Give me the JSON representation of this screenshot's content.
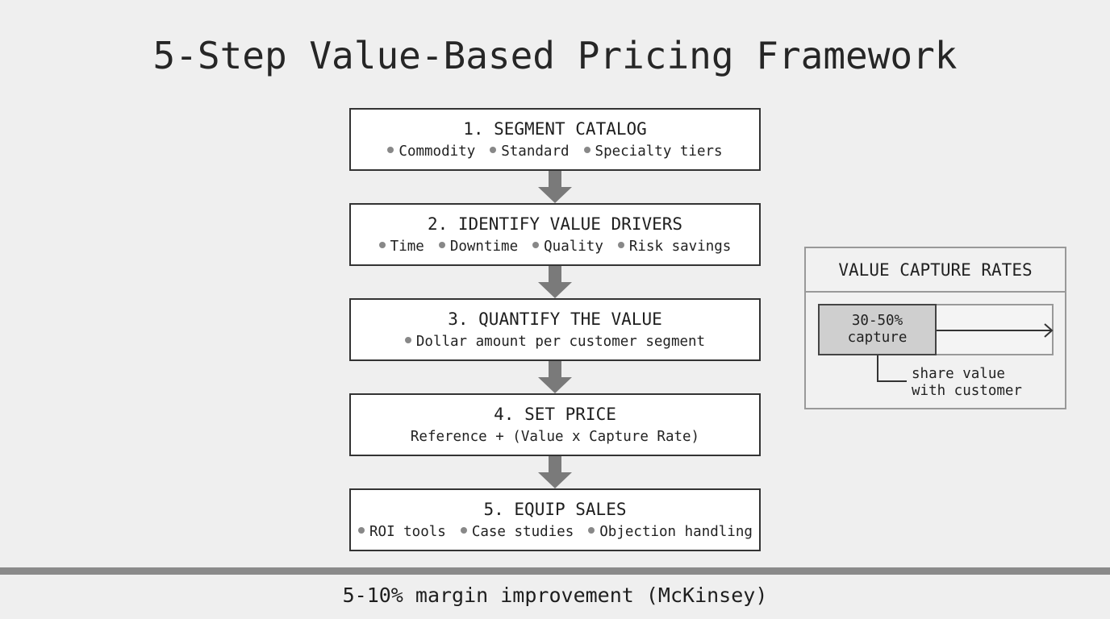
{
  "title": "5-Step Value-Based Pricing Framework",
  "steps": [
    {
      "heading": "1. SEGMENT CATALOG",
      "bullets": [
        "Commodity",
        "Standard",
        "Specialty tiers"
      ]
    },
    {
      "heading": "2. IDENTIFY VALUE DRIVERS",
      "bullets": [
        "Time",
        "Downtime",
        "Quality",
        "Risk savings"
      ]
    },
    {
      "heading": "3. QUANTIFY THE VALUE",
      "bullets": [
        "Dollar amount per customer segment"
      ]
    },
    {
      "heading": "4. SET PRICE",
      "formula": "Reference + (Value x Capture Rate)"
    },
    {
      "heading": "5. EQUIP SALES",
      "bullets": [
        "ROI tools",
        "Case studies",
        "Objection handling"
      ]
    }
  ],
  "panel": {
    "title": "VALUE CAPTURE RATES",
    "capture_line1": "30-50%",
    "capture_line2": "capture",
    "note_line1": "share value",
    "note_line2": "with customer"
  },
  "footer": "5-10% margin improvement (McKinsey)"
}
